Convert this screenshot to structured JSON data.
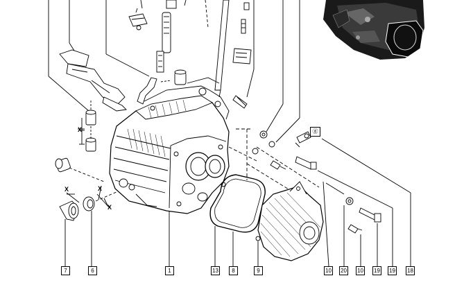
{
  "diagram": {
    "callouts": [
      "7",
      "6",
      "1",
      "13",
      "8",
      "9",
      "20",
      "10",
      "19",
      "18"
    ],
    "dimension_marks": [
      "X",
      "X",
      "X",
      "X"
    ],
    "sensor_symbol": "ⓖ",
    "colors": {
      "ink": "#000000",
      "paper": "#ffffff",
      "dark_fill": "#1a1a1a"
    }
  }
}
